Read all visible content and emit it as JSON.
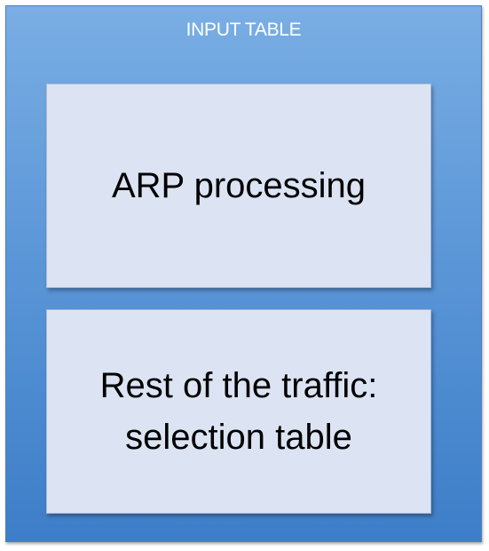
{
  "diagram": {
    "outer_title": "INPUT TABLE",
    "boxes": [
      {
        "lines": [
          "ARP processing"
        ]
      },
      {
        "lines": [
          "Rest of the traffic:",
          "selection table"
        ]
      }
    ]
  },
  "colors": {
    "outer_fill_top": "#7aaee4",
    "outer_fill_bottom": "#3d7ec8",
    "inner_fill": "#dce4f3",
    "title_text": "#ffffff",
    "box_text": "#000000"
  }
}
